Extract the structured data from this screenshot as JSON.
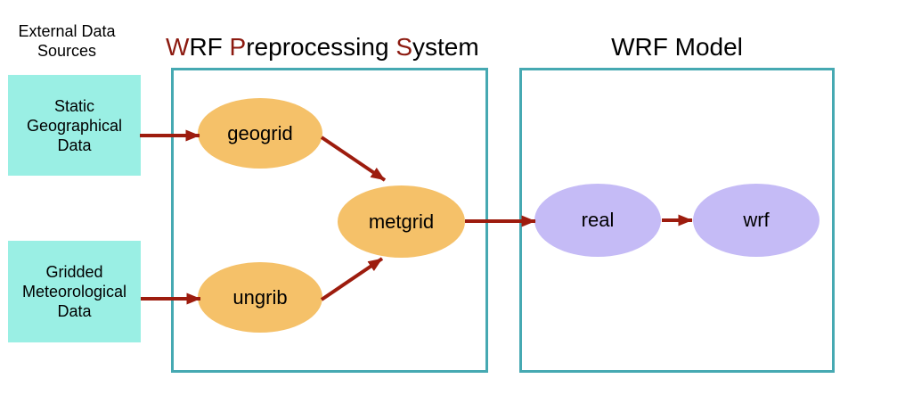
{
  "colors": {
    "teal_border": "#46a9b2",
    "cyan_fill": "#9aefe4",
    "orange_node": "#f5c169",
    "purple_node": "#c5bbf6",
    "arrow": "#9d1c0e",
    "title_accent": "#8c1a10",
    "text": "#000000",
    "page_bg": "#ffffff"
  },
  "external_label": {
    "line1": "External Data",
    "line2": "Sources"
  },
  "sources": [
    {
      "lines": [
        "Static",
        "Geographical",
        "Data"
      ]
    },
    {
      "lines": [
        "Gridded",
        "Meteorological",
        "Data"
      ]
    }
  ],
  "wps": {
    "title_parts": {
      "w": "W",
      "rf": "RF ",
      "p": "P",
      "reprocessing": "reprocessing ",
      "s": "S",
      "ystem": "ystem"
    },
    "nodes": [
      {
        "label": "geogrid"
      },
      {
        "label": "ungrib"
      },
      {
        "label": "metgrid"
      }
    ]
  },
  "wrf": {
    "title": "WRF Model",
    "nodes": [
      {
        "label": "real"
      },
      {
        "label": "wrf"
      }
    ]
  },
  "edges": [
    {
      "from": "static-geographical-data",
      "to": "geogrid"
    },
    {
      "from": "gridded-meteorological-data",
      "to": "ungrib"
    },
    {
      "from": "geogrid",
      "to": "metgrid"
    },
    {
      "from": "ungrib",
      "to": "metgrid"
    },
    {
      "from": "metgrid",
      "to": "real"
    },
    {
      "from": "real",
      "to": "wrf"
    }
  ]
}
